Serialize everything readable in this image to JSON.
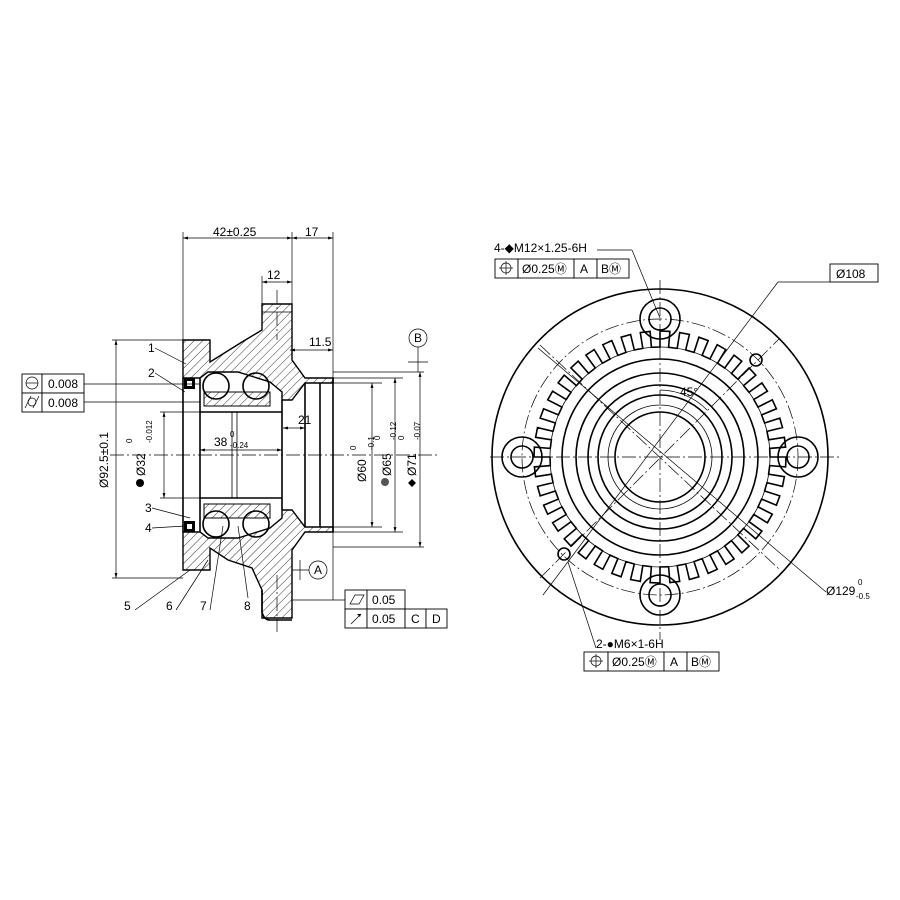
{
  "side_view": {
    "dim_width": "42±0.25",
    "dim_flange": "17",
    "dim_12": "12",
    "dim_11_5": "11.5",
    "dim_21": "21",
    "dim_38_base": "38",
    "dim_38_tol_up": "0",
    "dim_38_tol_dn": "-0.24",
    "dim_32_base": "Ø32",
    "dim_32_tol_up": "0",
    "dim_32_tol_dn": "-0.012",
    "dim_92": "Ø92.5±0.1",
    "dim_60_base": "Ø60",
    "dim_60_tol_up": "0",
    "dim_60_tol_dn": "-0.1",
    "dim_65_base": "Ø65",
    "dim_65_tol_up": "0",
    "dim_65_tol_dn": "-0.12",
    "dim_71_base": "Ø71",
    "dim_71_tol_up": "0",
    "dim_71_tol_dn": "-0.07",
    "datum_a": "A",
    "datum_b": "B",
    "callouts": [
      "1",
      "2",
      "3",
      "4",
      "5",
      "6",
      "7",
      "8"
    ],
    "tol_left": [
      {
        "symbol": "circularity-icon",
        "value": "0.008"
      },
      {
        "symbol": "cylindricity-icon",
        "value": "0.008"
      }
    ],
    "tol_bottom": [
      {
        "symbol": "flatness-icon",
        "value": "0.05",
        "refs": []
      },
      {
        "symbol": "runout-icon",
        "value": "0.05",
        "refs": [
          "C",
          "D"
        ]
      }
    ]
  },
  "front_view": {
    "thread_label": "4-◆M12×1.25-6H",
    "thread_fcf": {
      "value": "Ø0.25Ⓜ",
      "refs": [
        "A",
        "BⓂ"
      ]
    },
    "small_thread_label": "2-●M6×1-6H",
    "small_thread_fcf": {
      "value": "Ø0.25Ⓜ",
      "refs": [
        "A",
        "BⓂ"
      ]
    },
    "dim_108": "Ø108",
    "dim_129_base": "Ø129",
    "dim_129_tol_up": "0",
    "dim_129_tol_dn": "-0.5",
    "angle": "45°"
  }
}
